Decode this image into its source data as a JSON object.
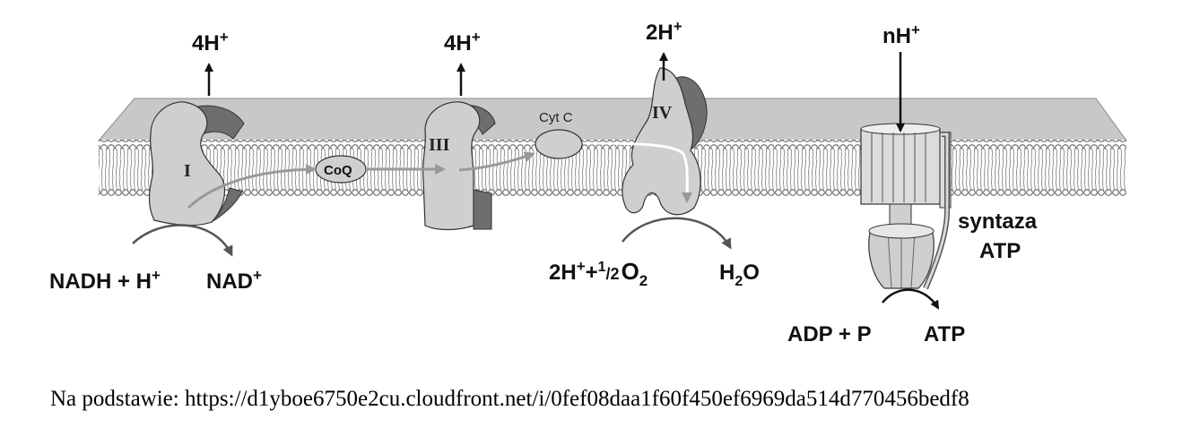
{
  "complexes": {
    "I": "I",
    "III": "III",
    "IV": "IV",
    "coq": "CoQ",
    "cytc": "Cyt C"
  },
  "protons": {
    "c1": {
      "base": "4H",
      "sup": "+"
    },
    "c3": {
      "base": "4H",
      "sup": "+"
    },
    "c4": {
      "base": "2H",
      "sup": "+"
    },
    "atp": {
      "base": "nH",
      "sup": "+"
    }
  },
  "reaction_I": {
    "nadh": "NADH + H",
    "nadh_sup": "+",
    "nad": "NAD",
    "nad_sup": "+"
  },
  "reaction_IV": {
    "lhs_a": "2H",
    "lhs_a_sup": "+",
    "lhs_plus": "+",
    "frac_num": "1",
    "frac_den": "/2",
    "o2": "O",
    "o2_sub": "2",
    "h2o_h": "H",
    "h2o_sub": "2",
    "h2o_o": "O"
  },
  "synthase": {
    "line1": "syntaza",
    "line2": "ATP",
    "adp": "ADP + P",
    "atp": "ATP"
  },
  "source": "Na podstawie: https://d1yboe6750e2cu.cloudfront.net/i/0fef08daa1f60f450ef6969da514d770456bedf8",
  "colors": {
    "membrane_top": "#c8c8c8",
    "protein_light": "#cfcfcf",
    "protein_dark": "#6e6e6e"
  }
}
